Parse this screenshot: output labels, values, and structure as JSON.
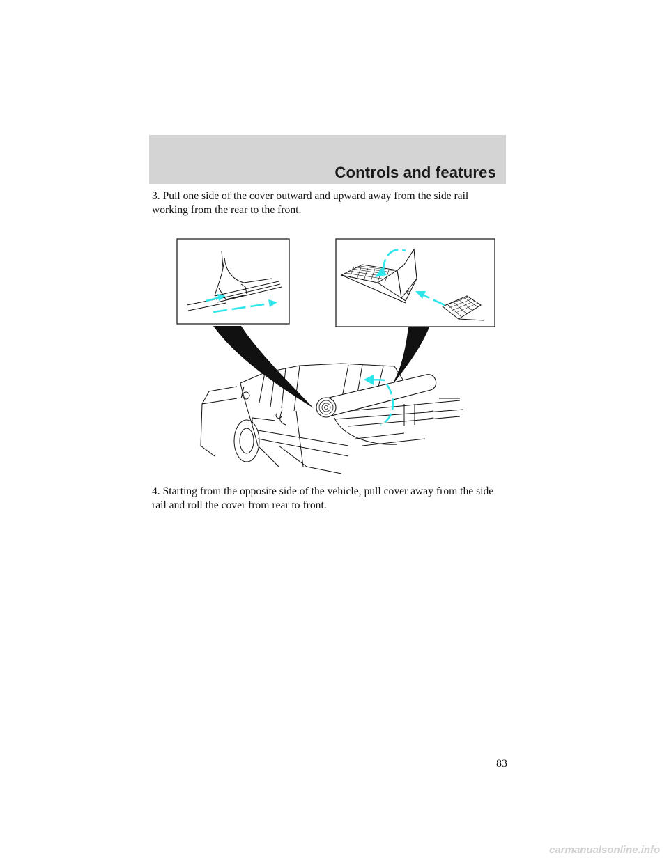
{
  "header": {
    "section_title": "Controls and features"
  },
  "body": {
    "step3": "3. Pull one side of the cover outward and upward away from the side rail working from the rear to the front.",
    "step4": "4. Starting from the opposite side of the vehicle, pull cover away from the side rail and roll the cover from rear to front."
  },
  "footer": {
    "page_number": "83",
    "watermark": "carmanualsonline.info"
  },
  "colors": {
    "arrow": "#2ee6ea",
    "ink": "#111111",
    "header_band": "#d4d4d4"
  }
}
